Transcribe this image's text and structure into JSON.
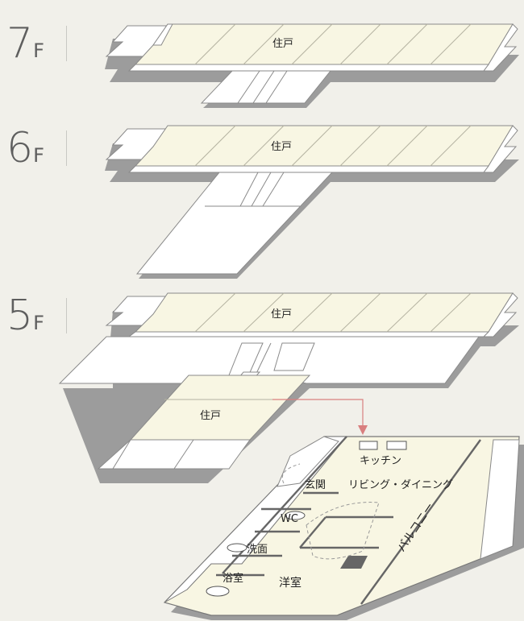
{
  "floors": [
    {
      "id": "7f",
      "num": "7",
      "unit": "F",
      "label": "住戸"
    },
    {
      "id": "6f",
      "num": "6",
      "unit": "F",
      "label": "住戸"
    },
    {
      "id": "5f",
      "num": "5",
      "unit": "F",
      "label": "住戸",
      "sub_label": "住戸"
    }
  ],
  "unit_plan": {
    "kitchen": "キッチン",
    "living_dining": "リビング・ダイニング",
    "entrance": "玄関",
    "wc": "WC",
    "washroom": "洗面",
    "bathroom": "浴室",
    "western_room": "洋室",
    "balcony": "バルコニー"
  },
  "colors": {
    "residential_fill": "#f8f6e3",
    "common_fill": "#ffffff",
    "outline": "#8a8a8a",
    "shadow": "#9a9a9a",
    "indicator_arrow": "#d97f7f"
  }
}
